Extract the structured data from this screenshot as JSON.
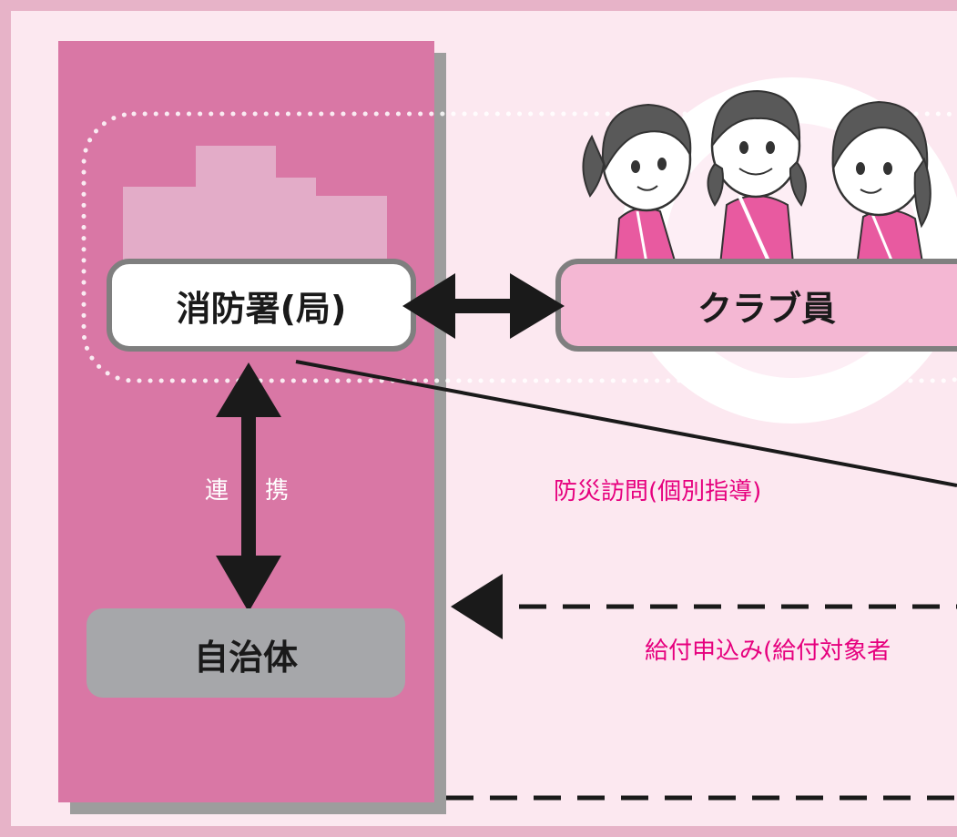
{
  "nodes": {
    "fire_station": {
      "label": "消防署(局)"
    },
    "club_members": {
      "label": "クラブ員"
    },
    "municipality": {
      "label": "自治体"
    }
  },
  "links": {
    "cooperation": {
      "chars": [
        "連",
        "携"
      ]
    },
    "disaster_visit": {
      "label": "防災訪問(個別指導)"
    },
    "benefit_application": {
      "label": "給付申込み(給付対象者"
    }
  },
  "colors": {
    "background_panel": "#fce8f0",
    "frame": "#e7b3c8",
    "column": "#d977a5",
    "column_shadow": "#9d9d9d",
    "building": "#e3acc8",
    "node_border": "#7f7f7f",
    "club_fill": "#f4b7d3",
    "municipality_fill": "#a6a7aa",
    "accent_text": "#e6007e",
    "arrow": "#1a1a1a"
  },
  "icons": {
    "building": "building-icon",
    "people": "club-members-illustration"
  }
}
